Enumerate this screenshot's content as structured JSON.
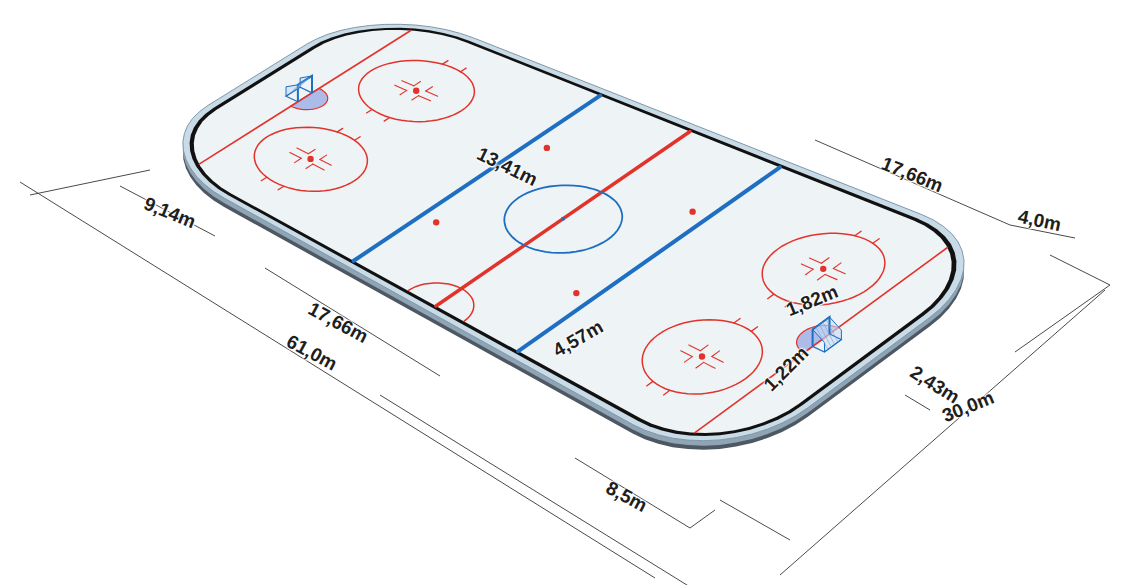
{
  "diagram": {
    "labels": [
      "13,41m",
      "9,14m",
      "17,66m",
      "61,0m",
      "17,66m",
      "4,0m",
      "1,82m",
      "4,57m",
      "1,22m",
      "2,43m",
      "30,0m",
      "8,5m"
    ]
  }
}
